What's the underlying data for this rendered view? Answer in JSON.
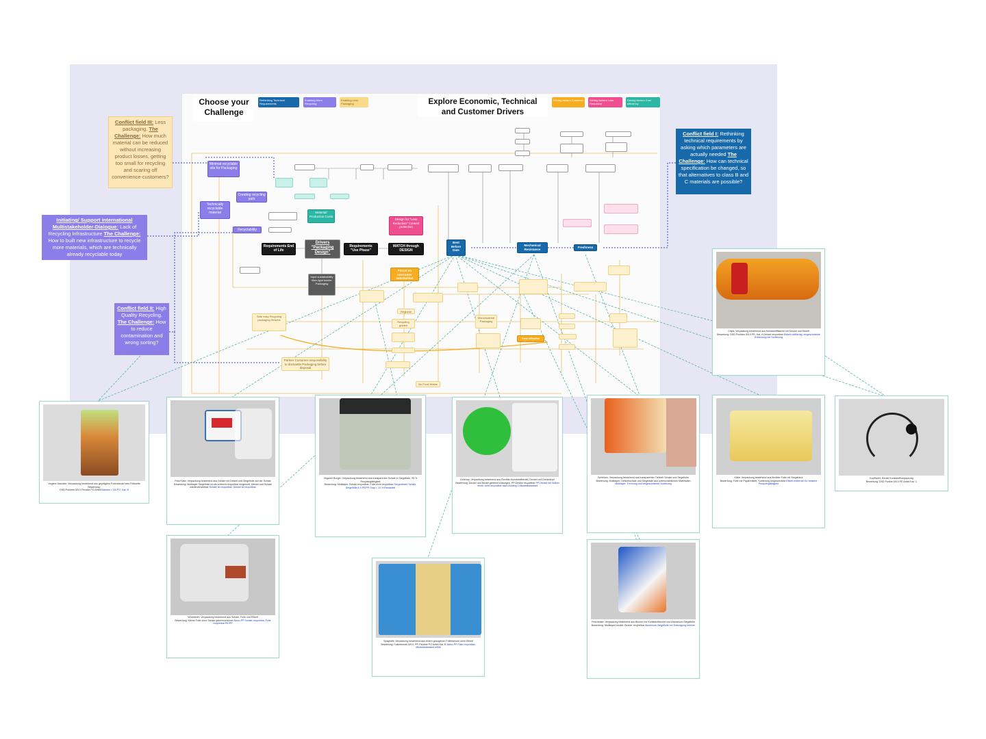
{
  "headers": {
    "challenge": "Choose your Challenge",
    "drivers": "Explore Economic, Technical and Customer Drivers"
  },
  "legend_challenges": [
    {
      "label": "Rethinking Technical Requirements",
      "color": "#1769aa"
    },
    {
      "label": "Enabling More Recycling",
      "color": "#8b7ee8"
    },
    {
      "label": "Enabling Less Packaging",
      "color": "#f9d98a"
    }
  ],
  "legend_drivers": [
    {
      "label": "Driving factors Customer",
      "color": "#f6ad22"
    },
    {
      "label": "Driving factors Loss Reduction",
      "color": "#ef4f8f"
    },
    {
      "label": "Driving factors Cost efficiency",
      "color": "#2bb7a3"
    }
  ],
  "conflicts": {
    "c3": {
      "prefix": "Conflict field III:",
      "text1": "Less packaging.",
      "challenge_lbl": "The Challenge:",
      "text2": "How much material can be reduced without increasing product losses, getting too small for recycling and scaring off convenience-customers?"
    },
    "init": {
      "prefix": "Initiating/ Support international Multistakeholder-Dialogue:",
      "text1": "Lack of Recycling Infrastructure",
      "challenge_lbl": "The Challenge:",
      "text2": "How to built new infrastructure to recycle more materials, which are technically already recyclable today"
    },
    "c2": {
      "prefix": "Conflict field II:",
      "text1": "High Quality Recycling.",
      "challenge_lbl": "The Challenge:",
      "text2": "How to reduce contamination and wrong sorting?"
    },
    "c1": {
      "prefix": "Conflict field I:",
      "text1": "Rethinking technical requirements by asking which parameters are actually needed",
      "challenge_lbl": "The Challenge:",
      "text2": "How can technical specification be changed, so that alternatives to class B and C materials are possible?"
    }
  },
  "nodes": {
    "minimal_recyclable": "Minimal recyclable site for Packaging",
    "technically_recyclable": "Technically recyclable material",
    "creating_paths": "Creating recycling path",
    "recyclability": "Recyclability",
    "req_eol": "Requirements End of Life",
    "drivers_design": "Drivers \"Packaging Design\"",
    "req_use": "Requirements \"Use Phase\"",
    "match_design": "MATCH through DESIGN",
    "material_production": "Material/ Production Costs",
    "design_loss": "Design for \"Less Reduction\" Content protection",
    "shelf_life": "Best Before Date",
    "mech_resistance": "Mechanical Resistance",
    "freshness": "Freshness",
    "focus_consumer": "Focus on consumer satisfaction",
    "partner_resp": "Partner Customer responsibility to dismantle Packaging before disposal",
    "input_line": "Input sustainability fiber-type barrier Packaging",
    "food_waste": "No Food Waste",
    "regional": "Regional",
    "recycling_guided": "Recycling guided Packaging content",
    "safe_easy": "Safe easy Recycling packaging Hinweis",
    "mono_mat": "Monomaterial Packaging",
    "cost_effective": "Cost effective Recycling"
  },
  "cards": [
    {
      "caption": "Vegane Mandeln; Verpackung bestehend aus geprägtem Folienbeutel kein Füllstoffe",
      "rating_lbl": "Bewertung:",
      "rating": "DSD-Punkten 5/5.0 Flexible PO Anteil",
      "link": "Bahnen > 3/4 PO, Kat. B"
    },
    {
      "caption": "Feta Käse; Verpackung bestehend aus Schale mit Deckel und Siegelfolie auf der Schale",
      "rating_lbl": "Bewertung:",
      "rating": "Multilayer Siegelfolie ist als schlecht recycelbar eingestuft, Deckel und Schale wiederverwertbar",
      "link": "Schale ist recycelbar, Deckel ist recycelbar"
    },
    {
      "caption": "Veganer Burger; Verpackung bestehend aus transparenter Schale in Siegelfolie, 95 % Recyclingfähigkeit",
      "rating_lbl": "Bewertung:",
      "rating": "Multilayer, Schale recycelbar, Folie nicht recycelbar",
      "link": "Recycelbare Schale, Siegelfolie 8-9 PE/PP Gray < 10 % Restanteil"
    },
    {
      "caption": "Ketchup; Verpackung bestehend aus Flexible-Kunststoffbeutel, Deckel und Dosierkopf",
      "rating_lbl": "Bewertung:",
      "rating": "Deckel und Beutel getrennt entsorgen, PP-Deckel recycelbar",
      "link": "PP Deckel mit Silikon Ventil, nicht recycelbar nach Anhang 3 Mindeststandard"
    },
    {
      "caption": "Schinken; Verpackung bestehend aus transparenter Tiefzieh Schale und Siegelfolie",
      "rating_lbl": "Bewertung:",
      "rating": "Multilayer, Tiefziehschale und Siegelfolie aus unterschiedlichen Materialien",
      "link": "Multilayer, Trennung und eingeschränkte Sortierung"
    },
    {
      "caption": "Käse; Verpackung bestehend aus flexibler Folie mit Siegelrand",
      "rating_lbl": "Bewertung:",
      "rating": "Folie mit Papieretikett, Sortierung eingeschränkt",
      "link": "Etikett entfernen für bessere Recyclingfähigkeit"
    },
    {
      "caption": "Kopfhörer; Beutel Kunststoffverpackung",
      "rating_lbl": "Bewertung:",
      "rating": "DSD Punkte 5/5.0 PE Anteil Kat. C",
      "link": ""
    },
    {
      "caption": "Würstchen; Verpackung bestehend aus Schale, Folie und Etikett",
      "rating_lbl": "Bewertung:",
      "rating": "Kleine Folie ohne Schale gekennzeichnet",
      "link": "Mono-PP Schale recycelbar, Folie recycelbar PE/PP"
    },
    {
      "caption": "Spaghetti; Verpackung bestehend aus einem gezogenen Folienbeutel ohne Etikett",
      "rating_lbl": "Bewertung:",
      "rating": "Folienbeutel 5/5.0, PP, Flexible PO Anteil Kat. B",
      "link": "Mono-PP Folie recycelbar, Mindeststandard erfüllt"
    },
    {
      "caption": "Frischkäse; Verpackung bestehend aus Becher mit Kunststoffdeckel und Aluminium-Siegelfolie",
      "rating_lbl": "Bewertung:",
      "rating": "Multilayer Deckel, Becher recycelbar",
      "link": "Aluminium-Siegelfolie vor Entsorgung trennen"
    },
    {
      "caption": "Chips; Verpackung bestehend aus Kunststoffflasche mit Deckel und Etikett",
      "rating_lbl": "Bewertung:",
      "rating": "DSD Punkten 5/5.0 PE, Kat. A Deckel recycelbar",
      "link": "Etikett vollflächig, eingeschränkte Erkennung bei Sortierung"
    }
  ],
  "colors": {
    "board": "#e6e6f5",
    "connector": "#3aa8a0",
    "dotted": "#3747b8",
    "lines": "#e8b94a"
  }
}
